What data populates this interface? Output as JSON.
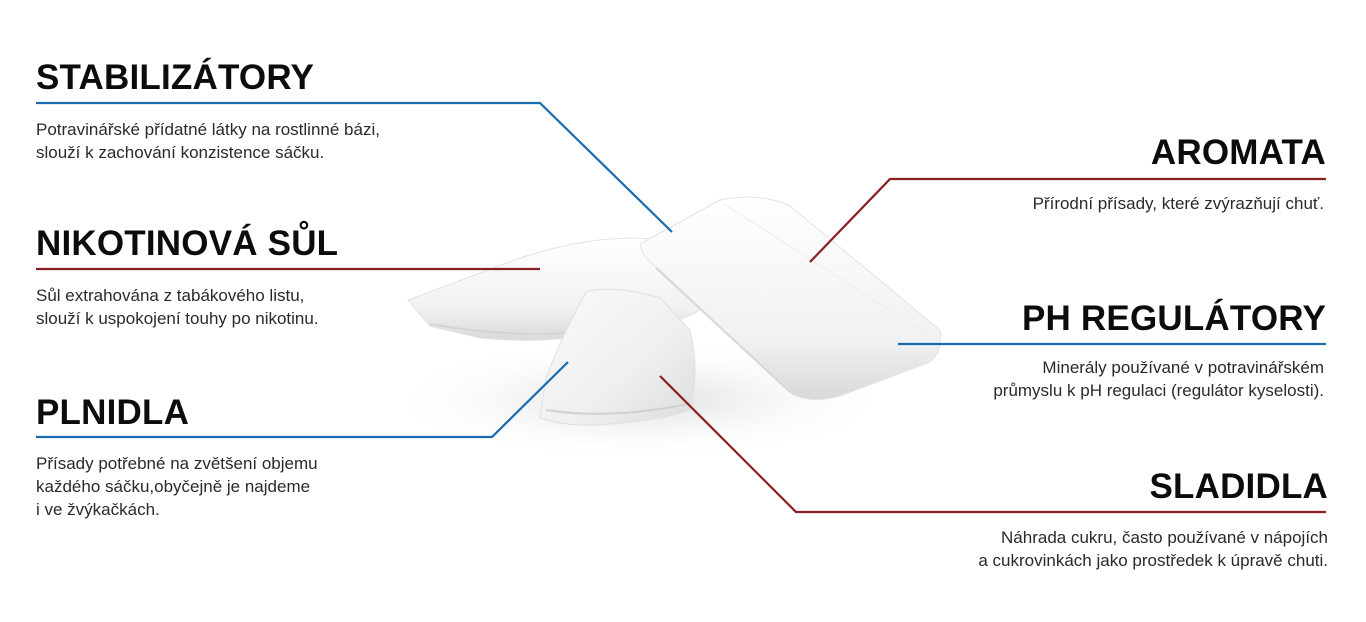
{
  "colors": {
    "blue": "#1a6bb0",
    "red": "#8b1e22",
    "text": "#2a2a2a",
    "heading": "#0c0c0c"
  },
  "items": [
    {
      "heading": "STABILIZÁTORY",
      "lines": [
        "Potravinářské přídatné látky na rostlinné bázi,",
        "slouží k zachování konzistence sáčku."
      ],
      "color": "blue"
    },
    {
      "heading": "NIKOTINOVÁ SŮL",
      "lines": [
        "Sůl extrahována z tabákového listu,",
        "slouží k uspokojení touhy po nikotinu."
      ],
      "color": "red"
    },
    {
      "heading": "PLNIDLA",
      "lines": [
        "Přísady potřebné na zvětšení objemu",
        "každého sáčku,obyčejně je najdeme",
        "i ve žvýkačkách."
      ],
      "color": "blue"
    },
    {
      "heading": "AROMATA",
      "lines": [
        "Přírodní přísady, které zvýrazňují chuť."
      ],
      "color": "red"
    },
    {
      "heading": "PH REGULÁTORY",
      "lines": [
        "Minerály používané v potravinářském",
        "průmyslu k pH regulaci (regulátor kyselosti)."
      ],
      "color": "blue"
    },
    {
      "heading": "SLADIDLA",
      "lines": [
        "Náhrada cukru, často používané v nápojích",
        "a cukrovinkách jako prostředek k úpravě chuti."
      ],
      "color": "red"
    }
  ]
}
